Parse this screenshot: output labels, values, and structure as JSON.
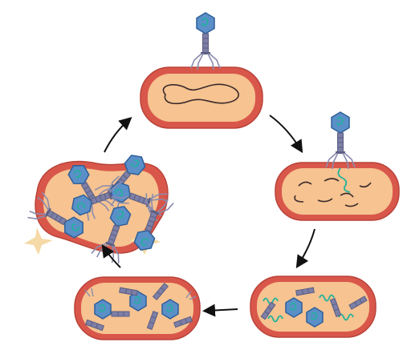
{
  "colors": {
    "background": "#ffffff",
    "cell_wall": "#d9574a",
    "cell_wall_dark": "#b8433a",
    "cytoplasm": "#f6c391",
    "cytoplasm_light": "#f9d3a8",
    "phage_head": "#5a8fc8",
    "phage_head_dark": "#2f5f99",
    "phage_tail": "#7d7fa6",
    "viral_dna": "#1fb39a",
    "host_dna": "#3a2a2a",
    "debris": "#f5d9a6",
    "arrow": "#111111"
  },
  "icons": {
    "arrow": "cycle-arrow-icon",
    "phage": "bacteriophage-icon",
    "bacterium": "bacterium-cell-icon"
  },
  "stages": [
    {
      "id": "attachment",
      "name": "stage-attachment"
    },
    {
      "id": "injection",
      "name": "stage-injection"
    },
    {
      "id": "replication",
      "name": "stage-replication"
    },
    {
      "id": "assembly",
      "name": "stage-assembly"
    },
    {
      "id": "lysis",
      "name": "stage-lysis"
    }
  ]
}
